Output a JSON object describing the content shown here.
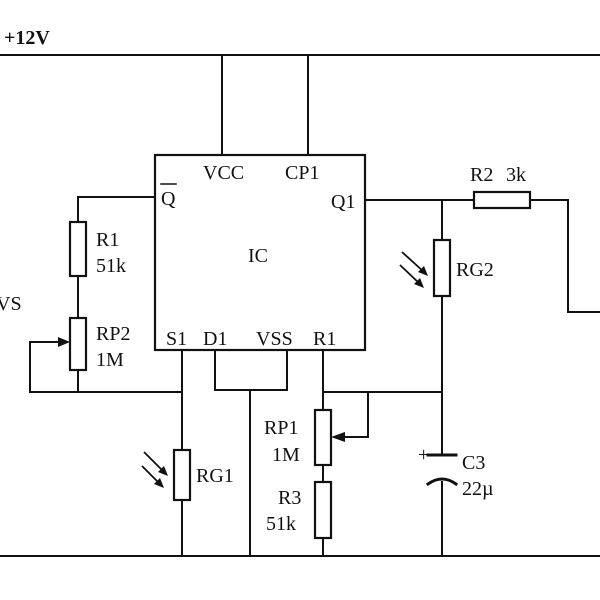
{
  "supply": {
    "label": "+12V"
  },
  "offpage_label": "VS",
  "ic": {
    "name": "IC",
    "pins": {
      "vcc": "VCC",
      "cp1": "CP1",
      "qbar": "Q",
      "q1": "Q1",
      "s1": "S1",
      "d1": "D1",
      "vss": "VSS",
      "r1": "R1"
    }
  },
  "components": {
    "r1": {
      "name": "R1",
      "value": "51k"
    },
    "rp2": {
      "name": "RP2",
      "value": "1M"
    },
    "r2": {
      "name": "R2",
      "value": "3k"
    },
    "rg2": {
      "name": "RG2"
    },
    "rg1": {
      "name": "RG1"
    },
    "rp1": {
      "name": "RP1",
      "value": "1M"
    },
    "r3": {
      "name": "R3",
      "value": "51k"
    },
    "c3": {
      "name": "C3",
      "value": "22µ"
    }
  },
  "colors": {
    "ink": "#111111",
    "paper": "#ffffff"
  }
}
